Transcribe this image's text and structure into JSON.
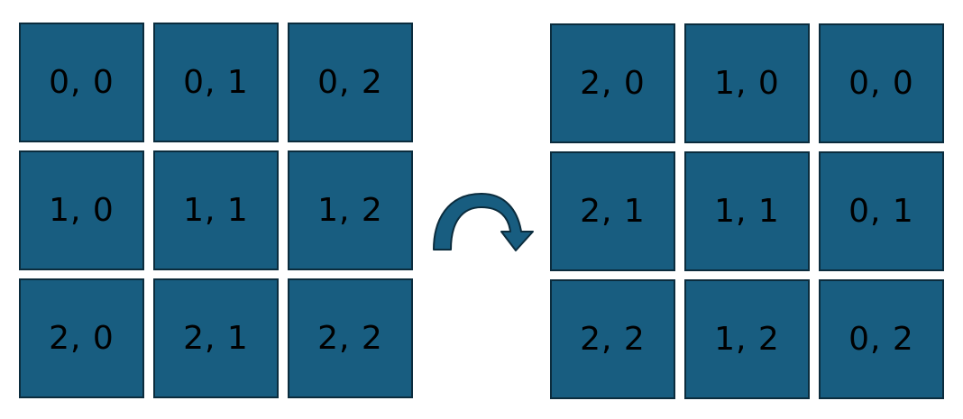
{
  "colors": {
    "cell_fill": "#185d80",
    "cell_border": "#0b2c3d",
    "arrow_fill": "#185d80",
    "arrow_stroke": "#0b2c3d",
    "text": "#000000"
  },
  "icons": {
    "transform_arrow": "curved-arrow-clockwise-icon"
  },
  "left_grid": {
    "rows": [
      [
        "0, 0",
        "0, 1",
        "0, 2"
      ],
      [
        "1, 0",
        "1, 1",
        "1, 2"
      ],
      [
        "2, 0",
        "2, 1",
        "2, 2"
      ]
    ]
  },
  "right_grid": {
    "rows": [
      [
        "2, 0",
        "1, 0",
        "0, 0"
      ],
      [
        "2, 1",
        "1, 1",
        "0, 1"
      ],
      [
        "2, 2",
        "1, 2",
        "0, 2"
      ]
    ]
  }
}
